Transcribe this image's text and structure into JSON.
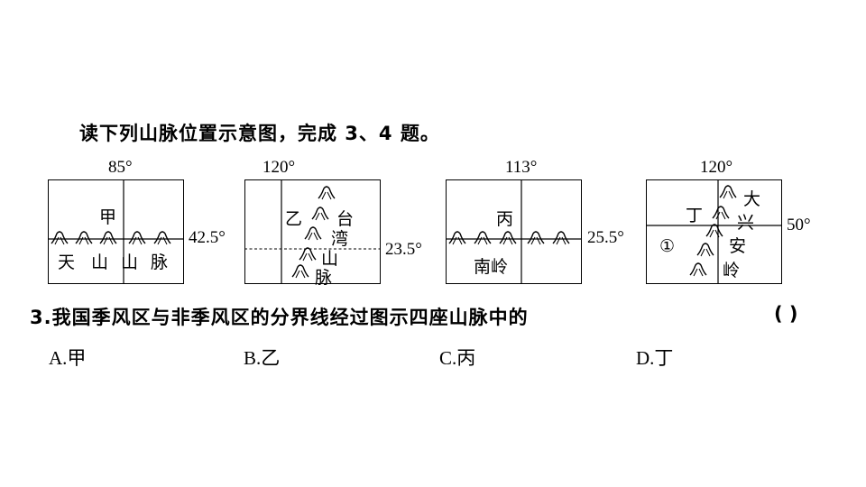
{
  "intro": "读下列山脉位置示意图，完成 3、4 题。",
  "maps": [
    {
      "top_label": "85°",
      "side_label": "42.5°",
      "labels": [
        "甲",
        "天",
        "山",
        "山",
        "脉"
      ]
    },
    {
      "top_label": "120°",
      "side_label": "23.5°",
      "labels": [
        "乙",
        "台",
        "湾",
        "山",
        "脉"
      ]
    },
    {
      "top_label": "113°",
      "side_label": "25.5°",
      "labels": [
        "丙",
        "南岭"
      ]
    },
    {
      "top_label": "120°",
      "side_label": "50°",
      "labels": [
        "丁",
        "大",
        "兴",
        "①",
        "安",
        "岭"
      ]
    }
  ],
  "question": {
    "number": "3",
    "text": ".我国季风区与非季风区的分界线经过图示四座山脉中的",
    "answer_paren": "(        )"
  },
  "options": [
    {
      "letter": "A.",
      "text": "甲"
    },
    {
      "letter": "B.",
      "text": "乙"
    },
    {
      "letter": "C.",
      "text": "丙"
    },
    {
      "letter": "D.",
      "text": "丁"
    }
  ],
  "icons": {
    "mountain": "mountain-symbol-icon"
  }
}
